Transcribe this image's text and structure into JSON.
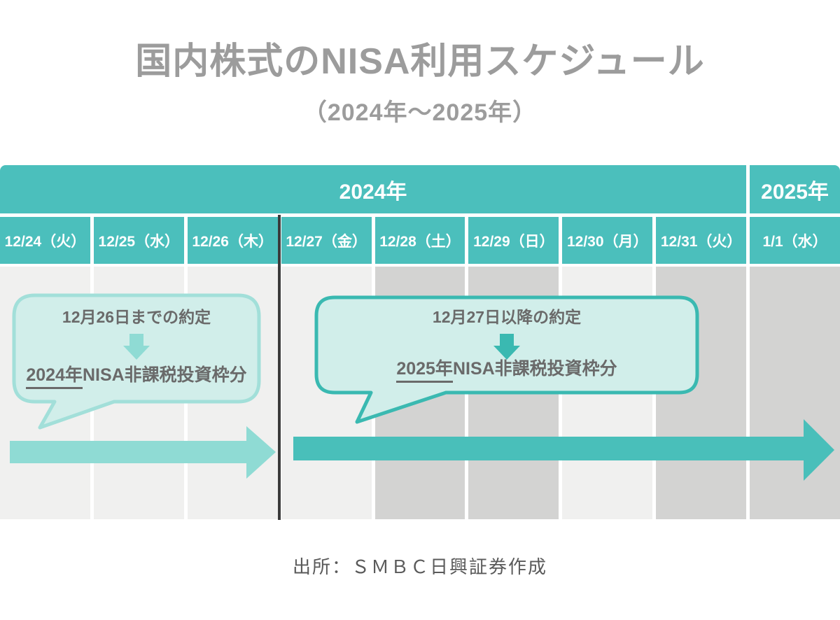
{
  "header": {
    "title": "国内株式のNISA利用スケジュール",
    "subtitle": "（2024年～2025年）"
  },
  "table": {
    "year_groups": [
      {
        "label": "2024年"
      },
      {
        "label": "2025年"
      }
    ],
    "dates": [
      {
        "label": "12/24（火）",
        "shade": "light"
      },
      {
        "label": "12/25（水）",
        "shade": "light"
      },
      {
        "label": "12/26（木）",
        "shade": "light"
      },
      {
        "label": "12/27（金）",
        "shade": "light"
      },
      {
        "label": "12/28（土）",
        "shade": "dark"
      },
      {
        "label": "12/29（日）",
        "shade": "dark"
      },
      {
        "label": "12/30（月）",
        "shade": "light"
      },
      {
        "label": "12/31（火）",
        "shade": "dark"
      },
      {
        "label": "1/1（水）",
        "shade": "dark"
      }
    ]
  },
  "bubbles": {
    "left": {
      "line1": "12月26日までの約定",
      "line2_underlined": "2024年",
      "line2_rest": "NISA非課税投資枠分"
    },
    "right": {
      "line1": "12月27日以降の約定",
      "line2_underlined": "2025年",
      "line2_rest": "NISA非課税投資枠分"
    }
  },
  "footer": {
    "source": "出所：ＳＭＢＣ日興証券作成"
  },
  "colors": {
    "teal": "#4BBFBC",
    "teal_border": "#3AB9B1",
    "teal_arrow": "#49BFBA",
    "teal_light": "#8FDBD4",
    "teal_light_border": "#A2DFD9",
    "bubble_fill": "#D1EEEA",
    "column_light": "#F0F0EF",
    "column_dark": "#D3D3D2",
    "divider_dark": "#3B3B3B",
    "title_gray": "#9C9C9C",
    "text_gray": "#6A6A6A",
    "footer_gray": "#5A5A5A"
  }
}
